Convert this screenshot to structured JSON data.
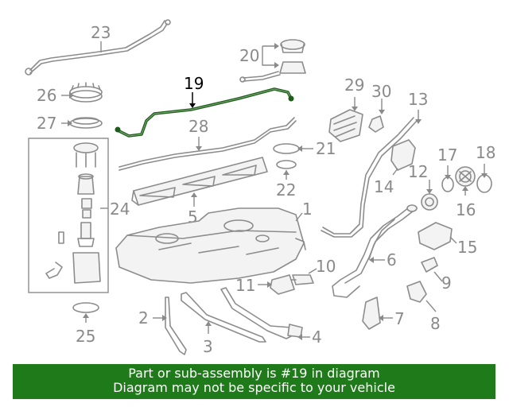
{
  "callouts": {
    "c1": "1",
    "c2": "2",
    "c3": "3",
    "c4": "4",
    "c5": "5",
    "c6": "6",
    "c7": "7",
    "c8": "8",
    "c9": "9",
    "c10": "10",
    "c11": "11",
    "c12": "12",
    "c13": "13",
    "c14": "14",
    "c15": "15",
    "c16": "16",
    "c17": "17",
    "c18": "18",
    "c19": "19",
    "c20": "20",
    "c21": "21",
    "c22": "22",
    "c23": "23",
    "c24": "24",
    "c25": "25",
    "c26": "26",
    "c27": "27",
    "c28": "28",
    "c29": "29",
    "c30": "30"
  },
  "highlighted_part": "19",
  "colors": {
    "highlight_part": "#1e5c1a",
    "banner": "#1f7a1a",
    "line": "#8c8c8c"
  },
  "banner": {
    "line1": "Part or sub-assembly is #19 in diagram",
    "line2": "Diagram may not be specific to your vehicle"
  }
}
